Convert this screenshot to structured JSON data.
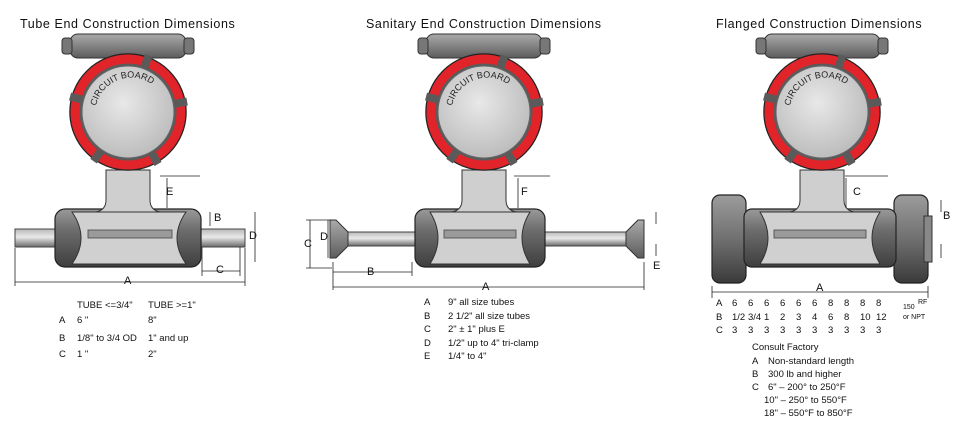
{
  "colors": {
    "ring": "#e1242a",
    "body": "#707070",
    "body_dark": "#4a4a4a",
    "face": "#d6d6d6",
    "neck": "#cfcfcf",
    "tube": "#8f8f8f"
  },
  "panels": {
    "tube": {
      "title": "Tube End Construction Dimensions",
      "board_label": "CIRCUIT BOARD",
      "dims": {
        "e": "E",
        "b": "B",
        "d": "D",
        "c": "C",
        "a": "A"
      },
      "headers": [
        "TUBE <=3/4\"",
        "TUBE >=1\""
      ],
      "rows": [
        {
          "label": "A",
          "small": "6 \"",
          "large": "8\""
        },
        {
          "label": "B",
          "small": "1/8\" to 3/4 OD",
          "large": "1\" and up"
        },
        {
          "label": "C",
          "small": "1 \"",
          "large": "2\""
        }
      ]
    },
    "sanitary": {
      "title": "Sanitary End Construction Dimensions",
      "board_label": "CIRCUIT BOARD",
      "dims": {
        "c": "C",
        "d": "D",
        "f": "F",
        "b": "B",
        "a": "A",
        "e": "E"
      },
      "rows": [
        {
          "label": "A",
          "text": "9\" all size tubes"
        },
        {
          "label": "B",
          "text": "2 1/2\" all size tubes"
        },
        {
          "label": "C",
          "text": "2\" ± 1\" plus E"
        },
        {
          "label": "D",
          "text": "1/2\" up to 4\" tri-clamp"
        },
        {
          "label": "E",
          "text": "1/4\" to 4\""
        }
      ]
    },
    "flanged": {
      "title": "Flanged Construction Dimensions",
      "board_label": "CIRCUIT BOARD",
      "dims": {
        "c": "C",
        "b": "B",
        "a": "A"
      },
      "table": {
        "rows": [
          {
            "label": "A",
            "values": [
              "6",
              "6",
              "6",
              "6",
              "6",
              "6",
              "8",
              "8",
              "8",
              "8"
            ]
          },
          {
            "label": "B",
            "values": [
              "1/2",
              "3/4",
              "1",
              "2",
              "3",
              "4",
              "6",
              "8",
              "10",
              "12"
            ]
          },
          {
            "label": "C",
            "values": [
              "3",
              "3",
              "3",
              "3",
              "3",
              "3",
              "3",
              "3",
              "3",
              "3"
            ]
          }
        ],
        "note_150": "150",
        "note_rf": "RF",
        "note_npt": "or NPT"
      },
      "consult_title": "Consult Factory",
      "consult": [
        {
          "label": "A",
          "text": "Non-standard length"
        },
        {
          "label": "B",
          "text": "300 lb and higher"
        },
        {
          "label": "C",
          "text": "6\" – 200° to 250°F"
        }
      ],
      "consult_extra": [
        "10\" – 250° to 550°F",
        "18\" – 550°F to 850°F"
      ]
    }
  }
}
